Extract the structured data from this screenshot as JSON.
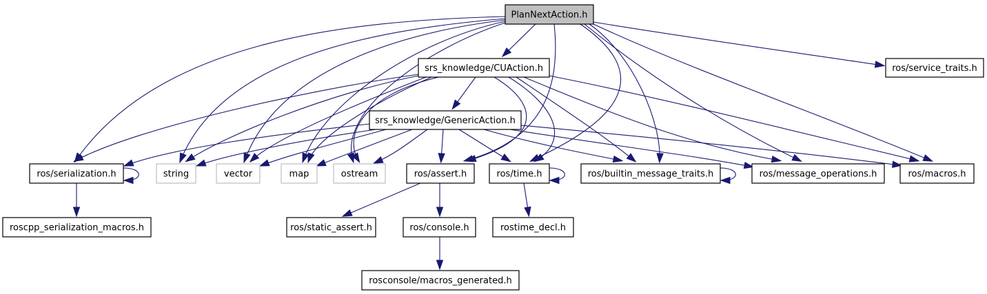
{
  "diagram": {
    "type": "include-dependency-graph",
    "colors": {
      "edge": "#191970",
      "root_fill": "#bfbfbf",
      "node_border": "#000000",
      "external_border": "#bfbfbf",
      "node_fill": "#ffffff"
    },
    "nodes": [
      {
        "id": "root",
        "label": "PlanNextAction.h",
        "kind": "root"
      },
      {
        "id": "cuaction",
        "label": "srs_knowledge/CUAction.h",
        "kind": "normal"
      },
      {
        "id": "service_traits",
        "label": "ros/service_traits.h",
        "kind": "normal"
      },
      {
        "id": "genericaction",
        "label": "srs_knowledge/GenericAction.h",
        "kind": "normal"
      },
      {
        "id": "serialization",
        "label": "ros/serialization.h",
        "kind": "normal"
      },
      {
        "id": "string",
        "label": "string",
        "kind": "external"
      },
      {
        "id": "vector",
        "label": "vector",
        "kind": "external"
      },
      {
        "id": "map",
        "label": "map",
        "kind": "external"
      },
      {
        "id": "ostream",
        "label": "ostream",
        "kind": "external"
      },
      {
        "id": "assert",
        "label": "ros/assert.h",
        "kind": "normal"
      },
      {
        "id": "time",
        "label": "ros/time.h",
        "kind": "normal"
      },
      {
        "id": "builtin",
        "label": "ros/builtin_message_traits.h",
        "kind": "normal"
      },
      {
        "id": "msgops",
        "label": "ros/message_operations.h",
        "kind": "normal"
      },
      {
        "id": "macros",
        "label": "ros/macros.h",
        "kind": "normal"
      },
      {
        "id": "roscpp_ser_macros",
        "label": "roscpp_serialization_macros.h",
        "kind": "normal"
      },
      {
        "id": "static_assert",
        "label": "ros/static_assert.h",
        "kind": "normal"
      },
      {
        "id": "console",
        "label": "ros/console.h",
        "kind": "normal"
      },
      {
        "id": "rostime_decl",
        "label": "rostime_decl.h",
        "kind": "normal"
      },
      {
        "id": "macros_generated",
        "label": "rosconsole/macros_generated.h",
        "kind": "normal"
      }
    ],
    "edges": [
      [
        "root",
        "cuaction"
      ],
      [
        "root",
        "service_traits"
      ],
      [
        "root",
        "serialization"
      ],
      [
        "root",
        "string"
      ],
      [
        "root",
        "vector"
      ],
      [
        "root",
        "map"
      ],
      [
        "root",
        "ostream"
      ],
      [
        "root",
        "assert"
      ],
      [
        "root",
        "time"
      ],
      [
        "root",
        "builtin"
      ],
      [
        "root",
        "msgops"
      ],
      [
        "root",
        "macros"
      ],
      [
        "cuaction",
        "genericaction"
      ],
      [
        "cuaction",
        "serialization"
      ],
      [
        "cuaction",
        "string"
      ],
      [
        "cuaction",
        "vector"
      ],
      [
        "cuaction",
        "map"
      ],
      [
        "cuaction",
        "ostream"
      ],
      [
        "cuaction",
        "assert"
      ],
      [
        "cuaction",
        "time"
      ],
      [
        "cuaction",
        "builtin"
      ],
      [
        "cuaction",
        "msgops"
      ],
      [
        "cuaction",
        "macros"
      ],
      [
        "genericaction",
        "serialization"
      ],
      [
        "genericaction",
        "string"
      ],
      [
        "genericaction",
        "vector"
      ],
      [
        "genericaction",
        "map"
      ],
      [
        "genericaction",
        "ostream"
      ],
      [
        "genericaction",
        "assert"
      ],
      [
        "genericaction",
        "time"
      ],
      [
        "genericaction",
        "builtin"
      ],
      [
        "genericaction",
        "msgops"
      ],
      [
        "genericaction",
        "macros"
      ],
      [
        "serialization",
        "serialization"
      ],
      [
        "serialization",
        "roscpp_ser_macros"
      ],
      [
        "assert",
        "static_assert"
      ],
      [
        "assert",
        "console"
      ],
      [
        "console",
        "macros_generated"
      ],
      [
        "time",
        "time"
      ],
      [
        "time",
        "rostime_decl"
      ],
      [
        "builtin",
        "builtin"
      ]
    ]
  }
}
